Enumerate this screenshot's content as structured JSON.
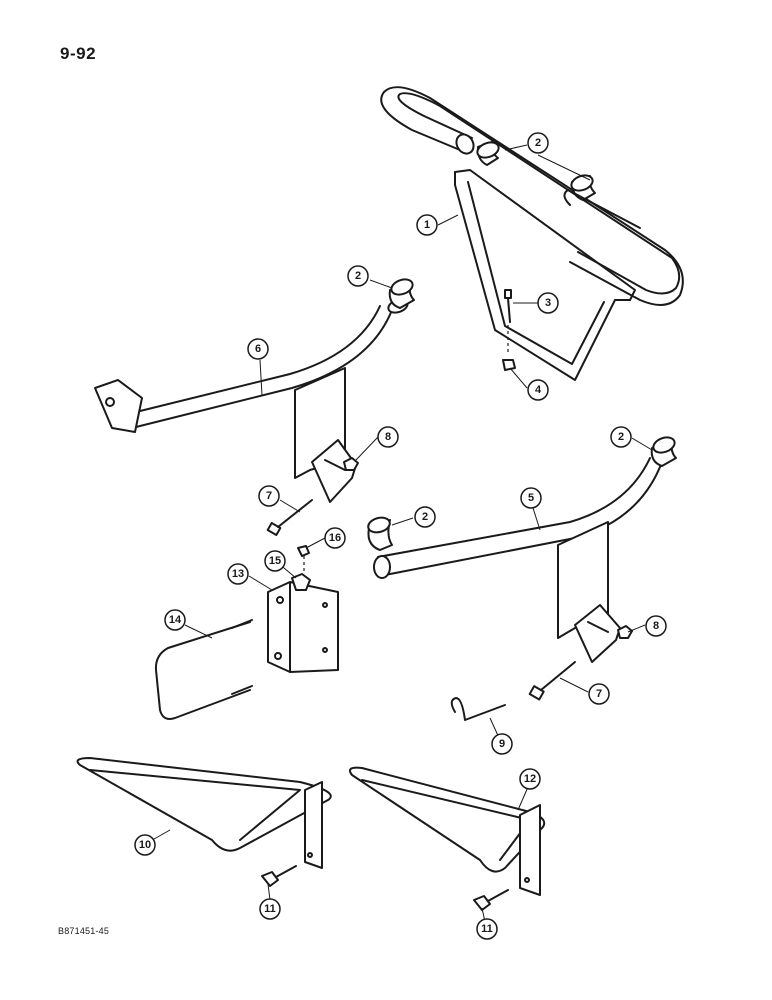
{
  "page": {
    "number": "9-92",
    "figure_code": "B871451-45"
  },
  "callouts": [
    "1",
    "2",
    "3",
    "4",
    "5",
    "6",
    "7",
    "8",
    "9",
    "10",
    "11",
    "12",
    "13",
    "14",
    "15",
    "16"
  ]
}
